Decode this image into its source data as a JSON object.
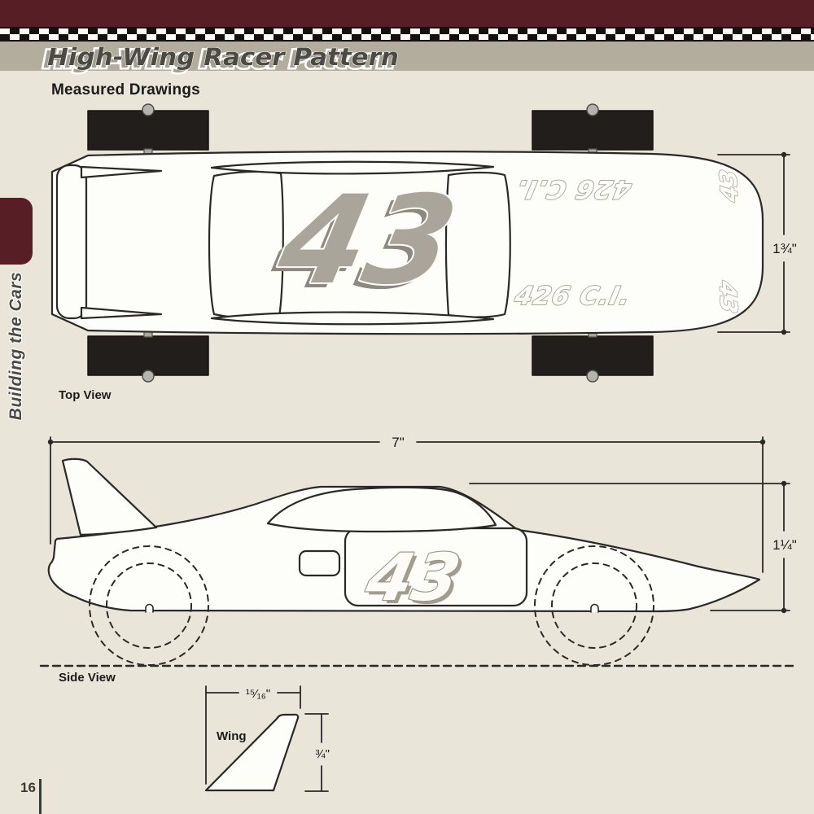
{
  "header": {
    "title": "High-Wing Racer Pattern",
    "section_heading": "Measured Drawings"
  },
  "sidebar": {
    "tab_label": "Building the Cars"
  },
  "top_view": {
    "label": "Top View",
    "roof_number": "43",
    "engine_label": "426 C.I.",
    "engine_label_inverted": "426 C.I.",
    "fender_number_top": "43",
    "fender_number_bottom": "43",
    "width_dimension": "1¾\""
  },
  "side_view": {
    "label": "Side View",
    "door_number": "43",
    "length_dimension": "7\"",
    "height_dimension": "1¼\""
  },
  "wing_detail": {
    "label": "Wing",
    "length_dimension": "¹⁵⁄₁₆\"",
    "height_dimension": "¾\""
  },
  "footer": {
    "page_number": "16"
  },
  "colors": {
    "background": "#e9e5d8",
    "maroon": "#571f25",
    "title_band": "#b3ad9d",
    "ink": "#2b2926",
    "wheel_black": "#221e1b",
    "number_gray": "#aaa59b"
  }
}
